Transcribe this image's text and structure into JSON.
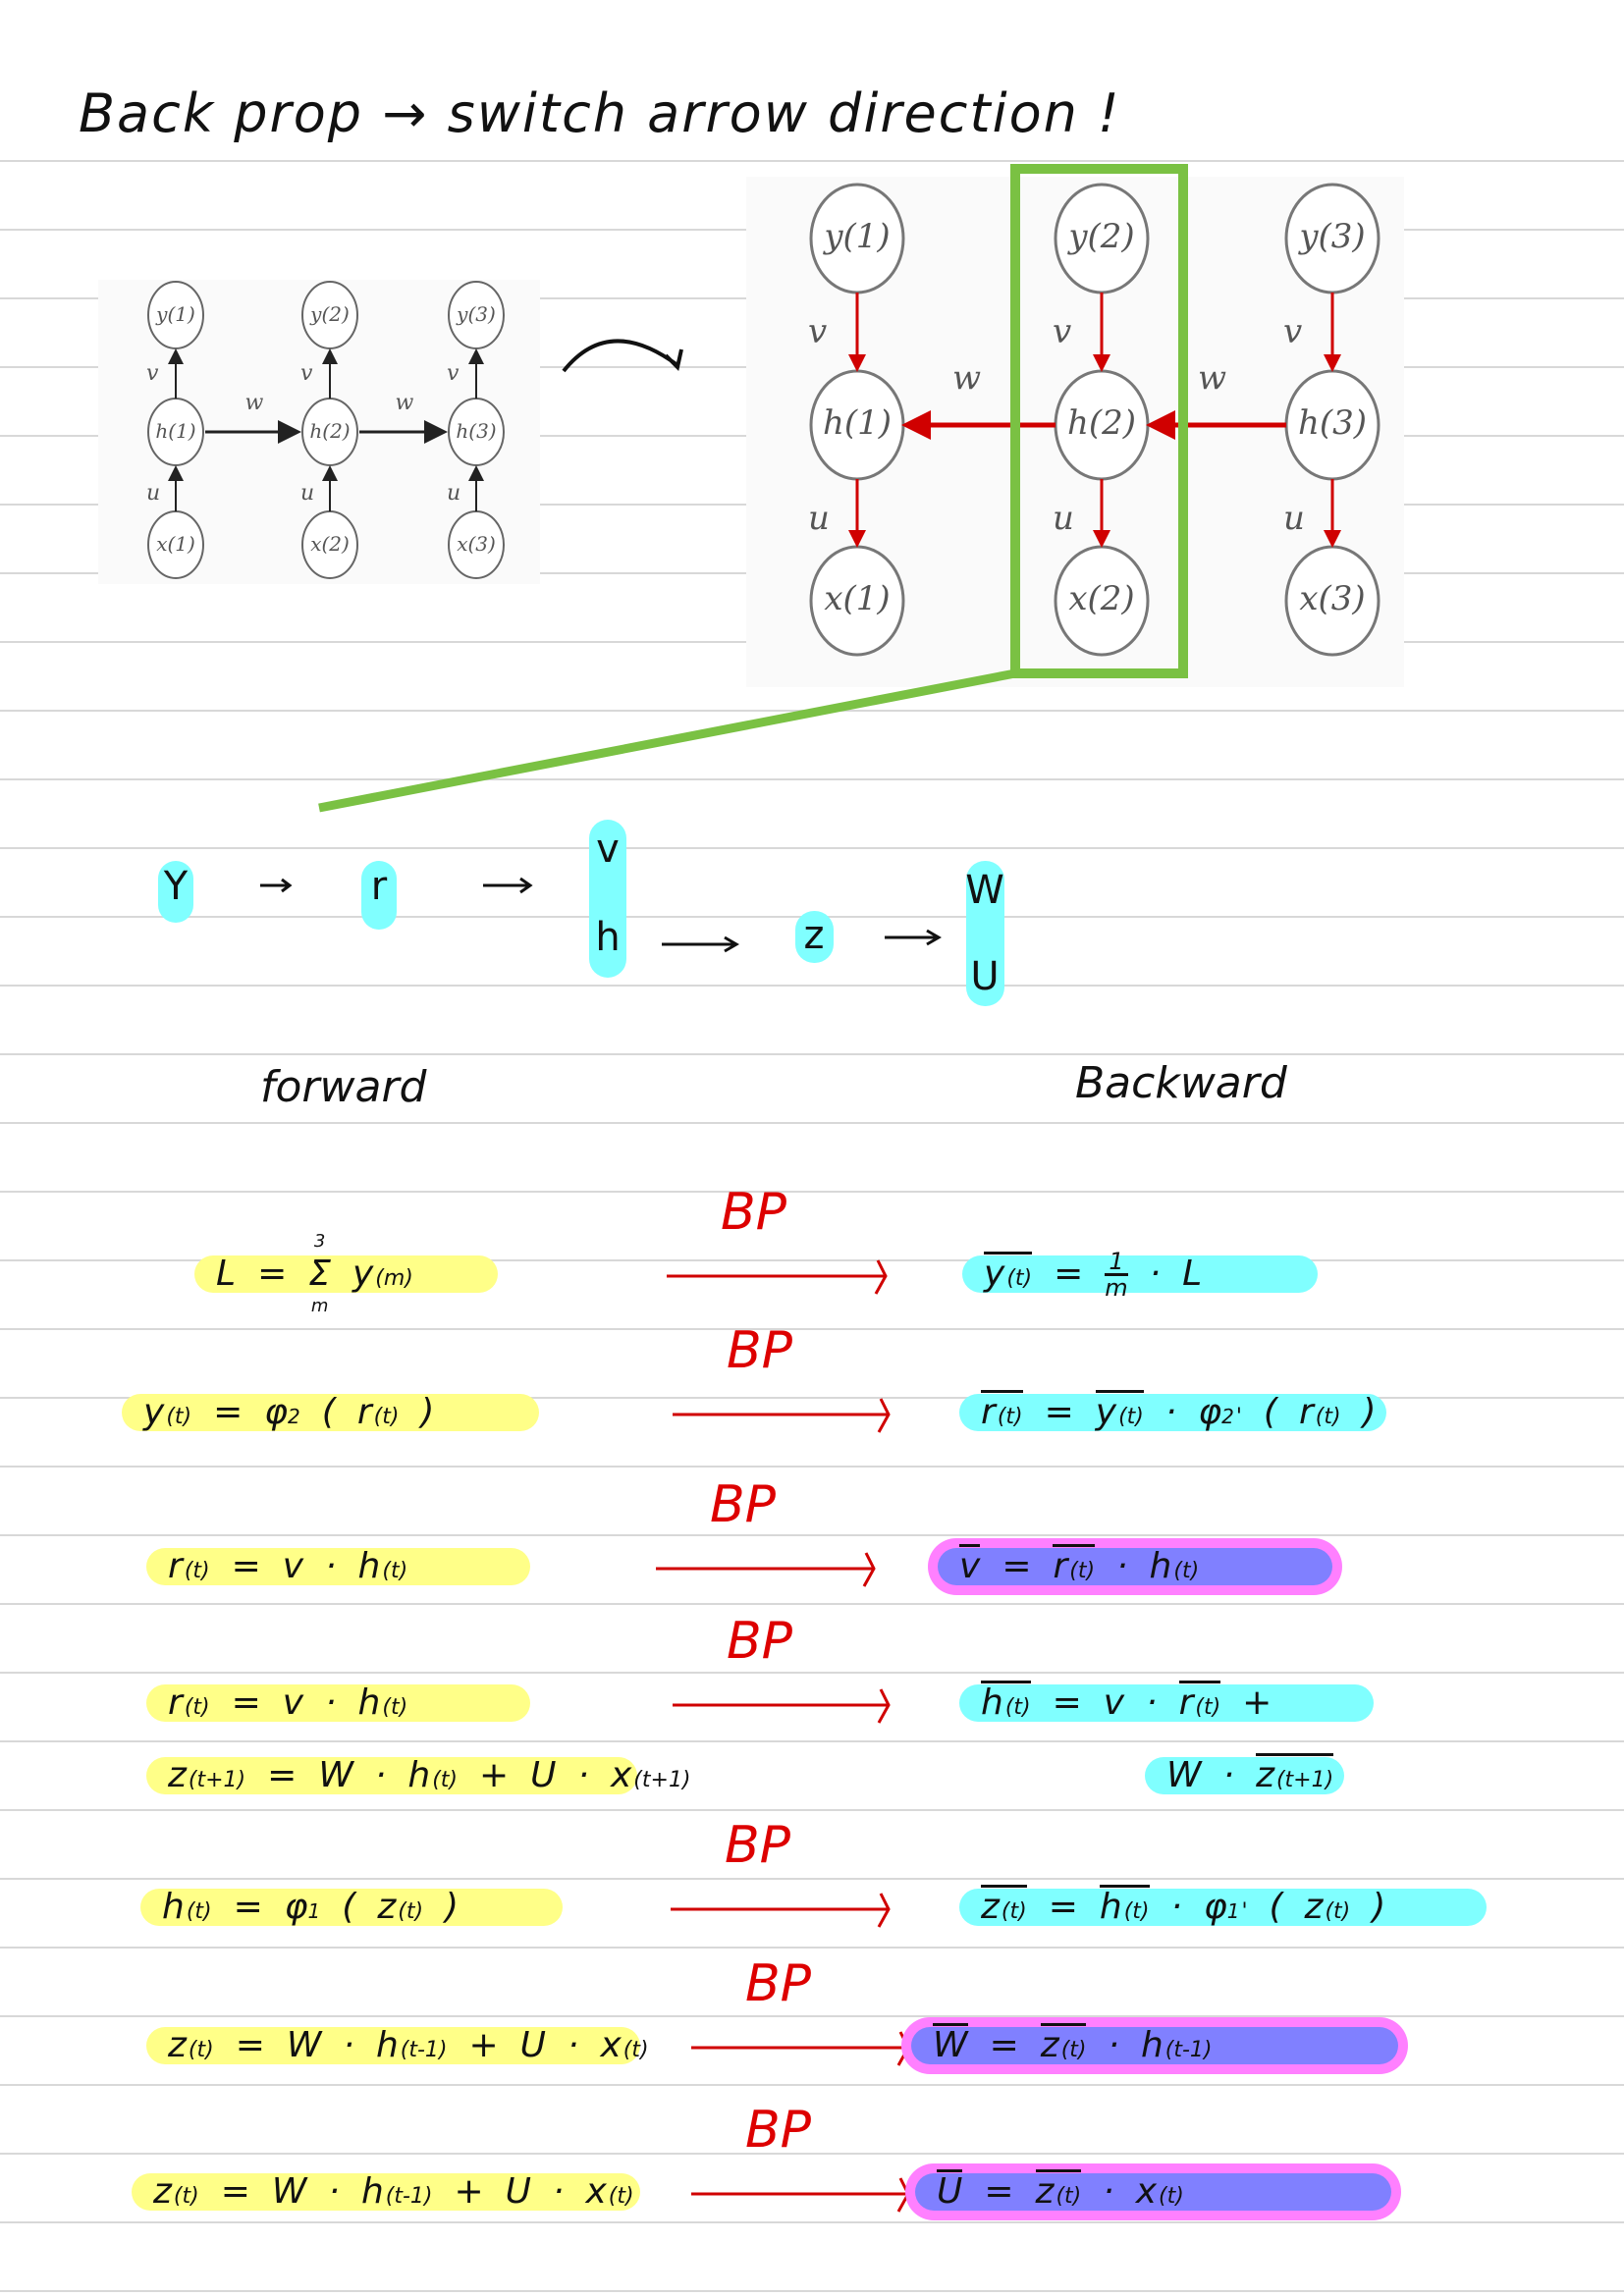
{
  "title": "Back prop → switch arrow direction !",
  "small_graph": {
    "nodes_y": [
      "y(1)",
      "y(2)",
      "y(3)"
    ],
    "nodes_h": [
      "h(1)",
      "h(2)",
      "h(3)"
    ],
    "nodes_x": [
      "x(1)",
      "x(2)",
      "x(3)"
    ],
    "v_label": "v",
    "u_label": "u",
    "w_label": "w"
  },
  "big_graph": {
    "nodes_y": [
      "y(1)",
      "y(2)",
      "y(3)"
    ],
    "nodes_h": [
      "h(1)",
      "h(2)",
      "h(3)"
    ],
    "nodes_x": [
      "x(1)",
      "x(2)",
      "x(3)"
    ],
    "v_label": "v",
    "u_label": "u",
    "w_label": "w",
    "arrow_color": "#d00000",
    "highlight_color": "#7ac143"
  },
  "sequence": {
    "y": "Y",
    "r": "r",
    "v": "v",
    "h": "h",
    "z": "z",
    "w": "W",
    "u": "U",
    "highlight_color": "#80ffff"
  },
  "headers": {
    "forward": "forward",
    "backward": "Backward"
  },
  "bp_label": "BP",
  "colors": {
    "yellow": "#ffff88",
    "cyan": "#80ffff",
    "magenta": "#ff80ff",
    "purple": "#8080ff",
    "red": "#d00000"
  },
  "rows": [
    {
      "left": [
        [
          {
            "t": "L"
          },
          {
            "t": "="
          },
          {
            "t": "Σ",
            "over": "3",
            "under": "m"
          },
          {
            "t": "y",
            "sup": "(m)"
          }
        ]
      ],
      "right": [
        [
          {
            "t": "y",
            "sup": "(t)",
            "bar": true
          },
          {
            "t": "="
          },
          {
            "num": "1",
            "den": "m"
          },
          {
            "t": "·"
          },
          {
            "t": "L"
          }
        ]
      ]
    },
    {
      "left": [
        [
          {
            "t": "y",
            "sup": "(t)"
          },
          {
            "t": "="
          },
          {
            "t": "φ",
            "sub": "2"
          },
          {
            "t": "("
          },
          {
            "t": "r",
            "sup": "(t)"
          },
          {
            "t": ")"
          }
        ]
      ],
      "right": [
        [
          {
            "t": "r",
            "sup": "(t)",
            "bar": true
          },
          {
            "t": "="
          },
          {
            "t": "y",
            "sup": "(t)",
            "bar": true
          },
          {
            "t": "·"
          },
          {
            "t": "φ",
            "sub": "2",
            "sup": "'"
          },
          {
            "t": "("
          },
          {
            "t": "r",
            "sup": "(t)"
          },
          {
            "t": ")"
          }
        ]
      ]
    },
    {
      "left": [
        [
          {
            "t": "r",
            "sup": "(t)"
          },
          {
            "t": "="
          },
          {
            "t": "v"
          },
          {
            "t": "·"
          },
          {
            "t": "h",
            "sup": "(t)"
          }
        ]
      ],
      "right": [
        [
          {
            "t": "v",
            "bar": true
          },
          {
            "t": "="
          },
          {
            "t": "r",
            "sup": "(t)",
            "bar": true
          },
          {
            "t": "·"
          },
          {
            "t": "h",
            "sup": "(t)"
          }
        ]
      ]
    },
    {
      "left": [
        [
          {
            "t": "r",
            "sup": "(t)"
          },
          {
            "t": "="
          },
          {
            "t": "v"
          },
          {
            "t": "·"
          },
          {
            "t": "h",
            "sup": "(t)"
          }
        ],
        [
          {
            "t": "z",
            "sup": "(t+1)"
          },
          {
            "t": "="
          },
          {
            "t": "W"
          },
          {
            "t": "·"
          },
          {
            "t": "h",
            "sup": "(t)"
          },
          {
            "t": "+"
          },
          {
            "t": "U"
          },
          {
            "t": "·"
          },
          {
            "t": "x",
            "sup": "(t+1)"
          }
        ]
      ],
      "right": [
        [
          {
            "t": "h",
            "sup": "(t)",
            "bar": true
          },
          {
            "t": "="
          },
          {
            "t": "v"
          },
          {
            "t": "·"
          },
          {
            "t": "r",
            "sup": "(t)",
            "bar": true
          },
          {
            "t": "+"
          }
        ],
        [
          {
            "t": "W"
          },
          {
            "t": "·"
          },
          {
            "t": "z",
            "sup": "(t+1)",
            "bar": true
          }
        ]
      ]
    },
    {
      "left": [
        [
          {
            "t": "h",
            "sup": "(t)"
          },
          {
            "t": "="
          },
          {
            "t": "φ",
            "sub": "1"
          },
          {
            "t": "("
          },
          {
            "t": "z",
            "sup": "(t)"
          },
          {
            "t": ")"
          }
        ]
      ],
      "right": [
        [
          {
            "t": "z",
            "sup": "(t)",
            "bar": true
          },
          {
            "t": "="
          },
          {
            "t": "h",
            "sup": "(t)",
            "bar": true
          },
          {
            "t": "·"
          },
          {
            "t": "φ",
            "sub": "1",
            "sup": "'"
          },
          {
            "t": "("
          },
          {
            "t": "z",
            "sup": "(t)"
          },
          {
            "t": ")"
          }
        ]
      ]
    },
    {
      "left": [
        [
          {
            "t": "z",
            "sup": "(t)"
          },
          {
            "t": "="
          },
          {
            "t": "W"
          },
          {
            "t": "·"
          },
          {
            "t": "h",
            "sup": "(t-1)"
          },
          {
            "t": "+"
          },
          {
            "t": "U"
          },
          {
            "t": "·"
          },
          {
            "t": "x",
            "sup": "(t)"
          }
        ]
      ],
      "right": [
        [
          {
            "t": "W",
            "bar": true
          },
          {
            "t": "="
          },
          {
            "t": "z",
            "sup": "(t)",
            "bar": true
          },
          {
            "t": "·"
          },
          {
            "t": "h",
            "sup": "(t-1)"
          }
        ]
      ]
    },
    {
      "left": [
        [
          {
            "t": "z",
            "sup": "(t)"
          },
          {
            "t": "="
          },
          {
            "t": "W"
          },
          {
            "t": "·"
          },
          {
            "t": "h",
            "sup": "(t-1)"
          },
          {
            "t": "+"
          },
          {
            "t": "U"
          },
          {
            "t": "·"
          },
          {
            "t": "x",
            "sup": "(t)"
          }
        ]
      ],
      "right": [
        [
          {
            "t": "U",
            "bar": true
          },
          {
            "t": "="
          },
          {
            "t": "z",
            "sup": "(t)",
            "bar": true
          },
          {
            "t": "·"
          },
          {
            "t": "x",
            "sup": "(t)"
          }
        ]
      ]
    }
  ]
}
